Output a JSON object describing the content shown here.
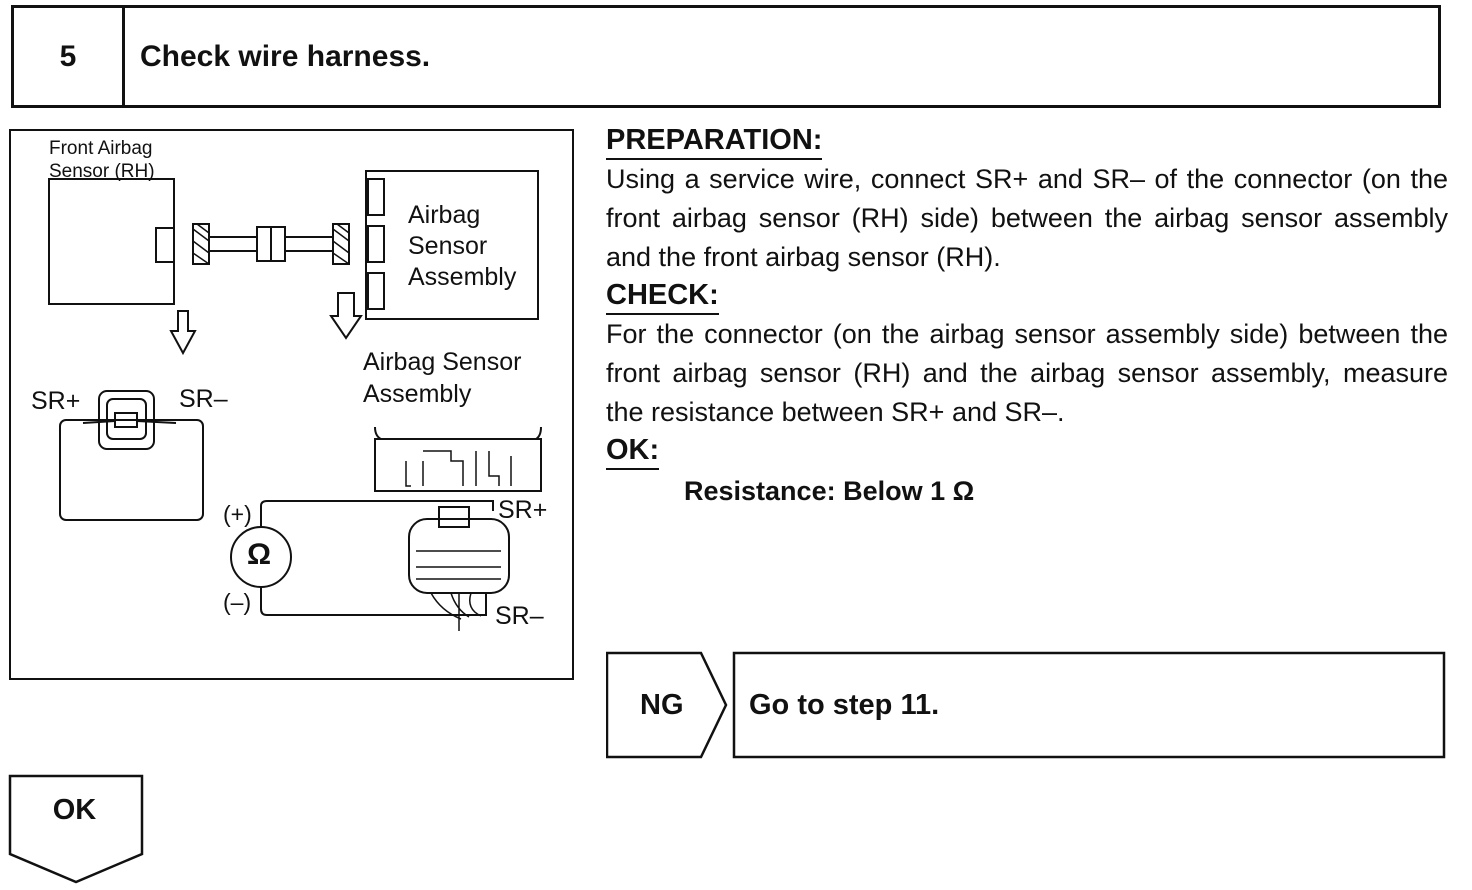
{
  "header": {
    "step_number": "5",
    "title": "Check wire harness."
  },
  "figure": {
    "front_sensor_label_line1": "Front Airbag",
    "front_sensor_label_line2": "Sensor (RH)",
    "assembly_box_line1": "Airbag",
    "assembly_box_line2": "Sensor",
    "assembly_box_line3": "Assembly",
    "assembly_caption_line1": "Airbag Sensor",
    "assembly_caption_line2": "Assembly",
    "sr_plus": "SR+",
    "sr_minus": "SR–",
    "meter_plus": "(+)",
    "meter_minus": "(–)",
    "ohm_symbol": "Ω",
    "sr_plus_right": "SR+",
    "sr_minus_right": "SR–"
  },
  "instructions": {
    "preparation_heading": "PREPARATION:",
    "preparation_text": "Using a service wire, connect SR+ and SR– of the connector (on the front airbag sensor (RH) side) between the airbag sensor assembly and the front airbag sensor (RH).",
    "check_heading": "CHECK:",
    "check_text": "For the connector (on the airbag sensor assembly side) between the front airbag sensor (RH) and the airbag sensor assembly, measure the resistance between SR+ and SR–.",
    "ok_heading": "OK:",
    "ok_spec": "Resistance: Below 1 Ω"
  },
  "ng_result": {
    "label": "NG",
    "action": "Go to step 11."
  },
  "ok_result": {
    "label": "OK"
  }
}
